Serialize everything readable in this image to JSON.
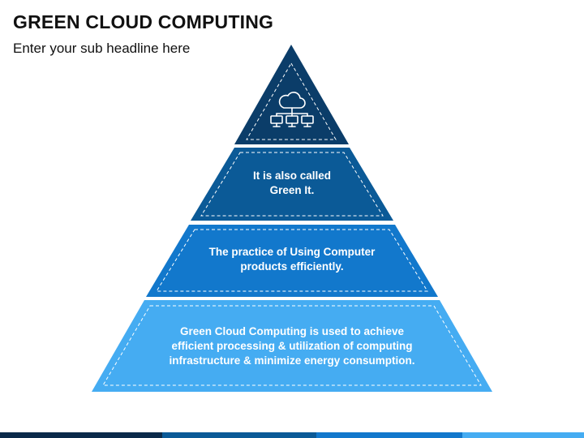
{
  "header": {
    "title": "GREEN CLOUD COMPUTING",
    "subtitle": "Enter your sub headline here"
  },
  "pyramid": {
    "apex_icon": "cloud-network-icon",
    "tiers": [
      {
        "text": "It is also called\nGreen It.",
        "color": "#0b5a97"
      },
      {
        "text": "The practice of Using Computer\nproducts efficiently.",
        "color": "#1278cc"
      },
      {
        "text": "Green Cloud Computing is used to achieve\nefficient processing & utilization of computing\ninfrastructure & minimize energy consumption.",
        "color": "#45acf2"
      }
    ],
    "apex_color": "#0b3d69"
  },
  "footer_colors": [
    "#0b2a4a",
    "#0b5a97",
    "#1278cc",
    "#45acf2"
  ]
}
